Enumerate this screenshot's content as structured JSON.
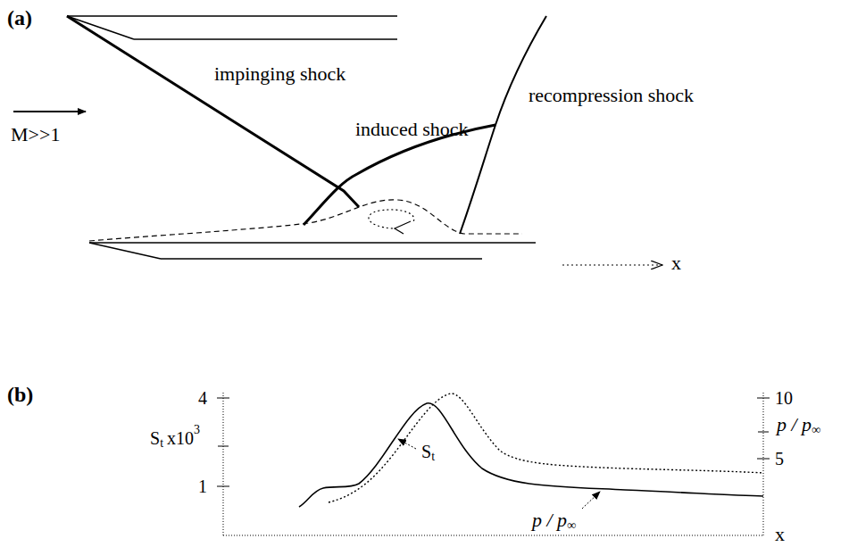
{
  "diagram": {
    "labels": [
      "(a)",
      "impinging shock",
      "induced shock",
      "recompression shock",
      "M>>1",
      "x",
      "(b)",
      "4",
      "1",
      "S",
      "t",
      "x10",
      "3",
      "10",
      "5",
      "p / p",
      "∞",
      "S",
      "t",
      "p / p",
      "∞",
      "x"
    ]
  }
}
